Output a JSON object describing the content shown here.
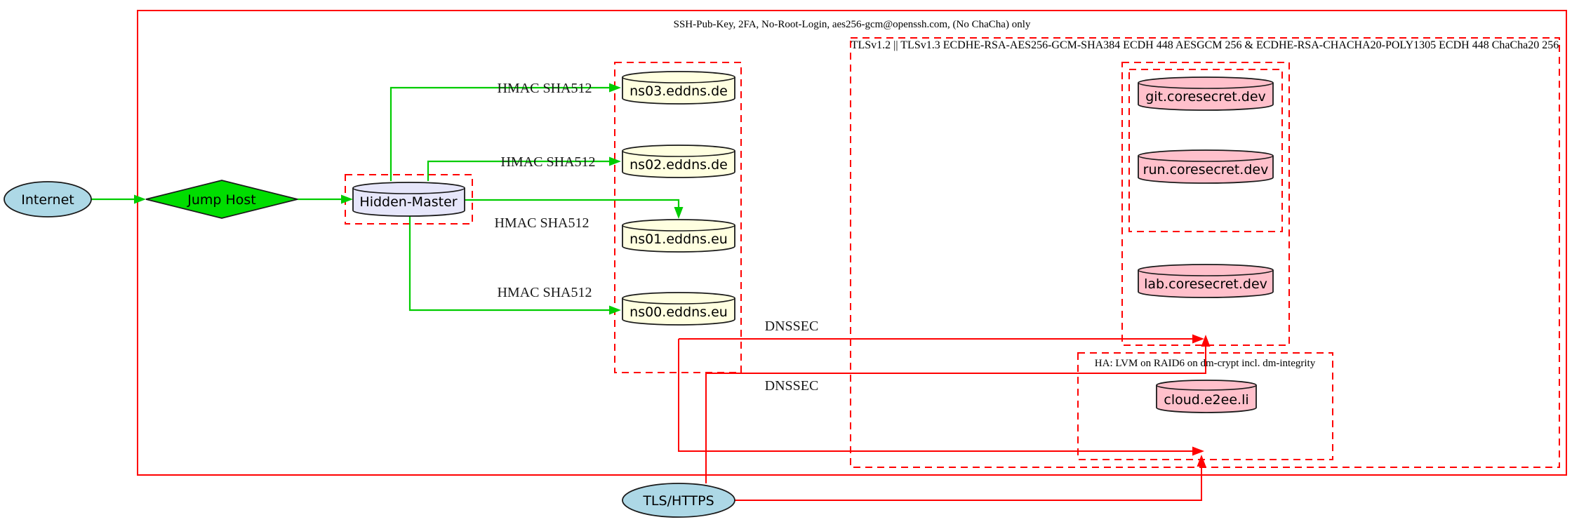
{
  "diagram": {
    "clusters": {
      "ssh": {
        "label": "SSH-Pub-Key, 2FA, No-Root-Login, aes256-gcm@openssh.com, (No ChaCha) only"
      },
      "tls": {
        "label": "TLSv1.2 || TLSv1.3 ECDHE-RSA-AES256-GCM-SHA384 ECDH 448 AESGCM 256 & ECDHE-RSA-CHACHA20-POLY1305 ECDH 448 ChaCha20 256"
      },
      "ha": {
        "label": "HA: LVM on RAID6 on dm-crypt incl. dm-integrity"
      }
    },
    "nodes": {
      "internet": {
        "label": "Internet"
      },
      "jump_host": {
        "label": "Jump Host"
      },
      "hidden_master": {
        "label": "Hidden-Master"
      },
      "ns03": {
        "label": "ns03.eddns.de"
      },
      "ns02": {
        "label": "ns02.eddns.de"
      },
      "ns01": {
        "label": "ns01.eddns.eu"
      },
      "ns00": {
        "label": "ns00.eddns.eu"
      },
      "git": {
        "label": "git.coresecret.dev"
      },
      "run": {
        "label": "run.coresecret.dev"
      },
      "lab": {
        "label": "lab.coresecret.dev"
      },
      "cloud": {
        "label": "cloud.e2ee.li"
      },
      "tls_https": {
        "label": "TLS/HTTPS"
      }
    },
    "edge_labels": {
      "hmac": [
        "HMAC SHA512",
        "HMAC SHA512",
        "HMAC SHA512",
        "HMAC SHA512"
      ],
      "dnssec": [
        "DNSSEC",
        "DNSSEC"
      ]
    },
    "colors": {
      "edge_green": "#00cc00",
      "edge_red": "#ff0000",
      "node_lightblue": "#add8e6",
      "node_lightyellow": "#ffffe0",
      "node_lavender": "#e6e6fa",
      "node_pink": "#ffc0cb",
      "diamond_green": "#00dd00",
      "boundary_red": "#ff0000"
    }
  }
}
